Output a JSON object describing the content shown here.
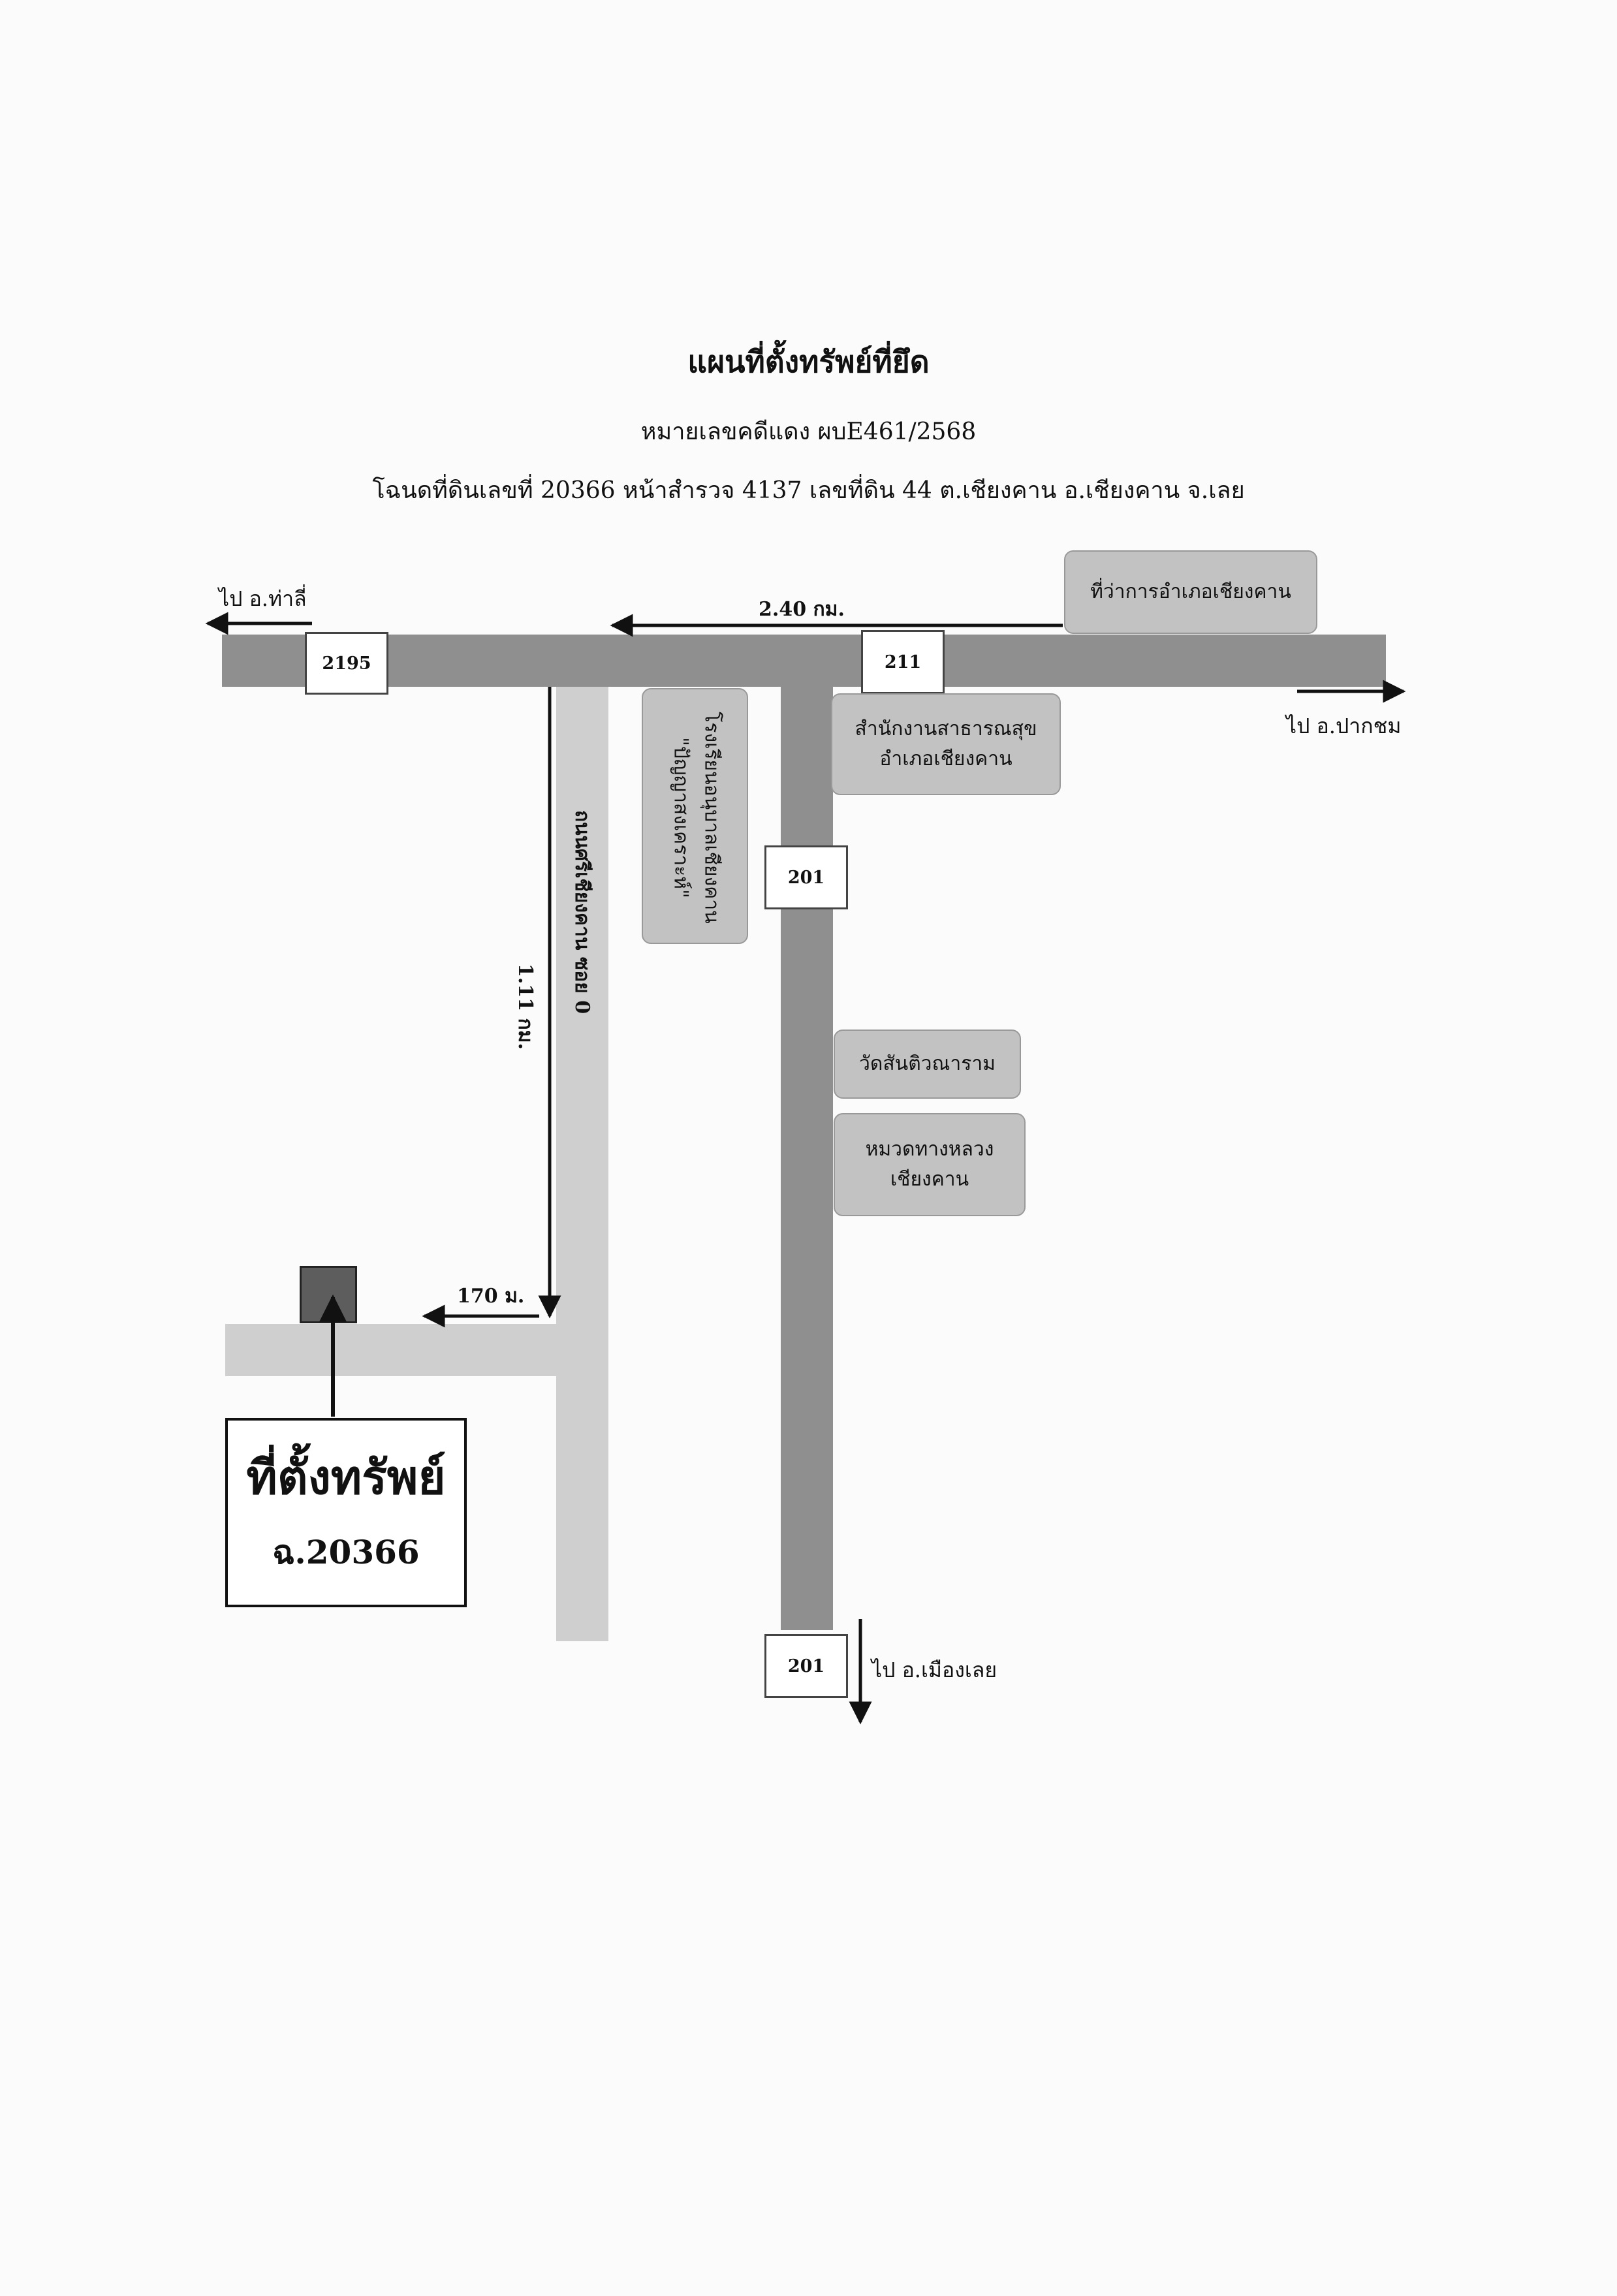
{
  "header": {
    "title": "แผนที่ตั้งทรัพย์ที่ยึด",
    "case_number": "หมายเลขคดีแดง ผบE461/2568",
    "deed_info": "โฉนดที่ดินเลขที่ 20366 หน้าสำรวจ 4137 เลขที่ดิน 44 ต.เชียงคาน อ.เชียงคาน จ.เลย"
  },
  "map": {
    "road_numbers": {
      "main_west": "2195",
      "main_junction": "211",
      "south_upper": "201",
      "south_lower": "201"
    },
    "directions": {
      "to_tha_li": "ไป อ.ท่าลี่",
      "to_pak_chom": "ไป อ.ปากชม",
      "to_mueang_loei": "ไป อ.เมืองเลย"
    },
    "distances": {
      "main_road": "2.40 กม.",
      "side_road": "1.11 กม.",
      "lane": "170 ม."
    },
    "street_name": "ถนนศรีเชียงคาน ซอย 0",
    "landmarks": {
      "district_office": "ที่ว่าการอำเภอเชียงคาน",
      "health_office_line1": "สำนักงานสาธารณสุข",
      "health_office_line2": "อำเภอเชียงคาน",
      "school_line1": "โรงเรียนอนุบาลเชียงคาน",
      "school_line2": "\"ปัญญาสงเคราะห์\"",
      "temple": "วัดสันติวณาราม",
      "highway_unit_line1": "หมวดทางหลวง",
      "highway_unit_line2": "เชียงคาน"
    },
    "property": {
      "title": "ที่ตั้งทรัพย์",
      "deed": "ฉ.20366"
    }
  }
}
